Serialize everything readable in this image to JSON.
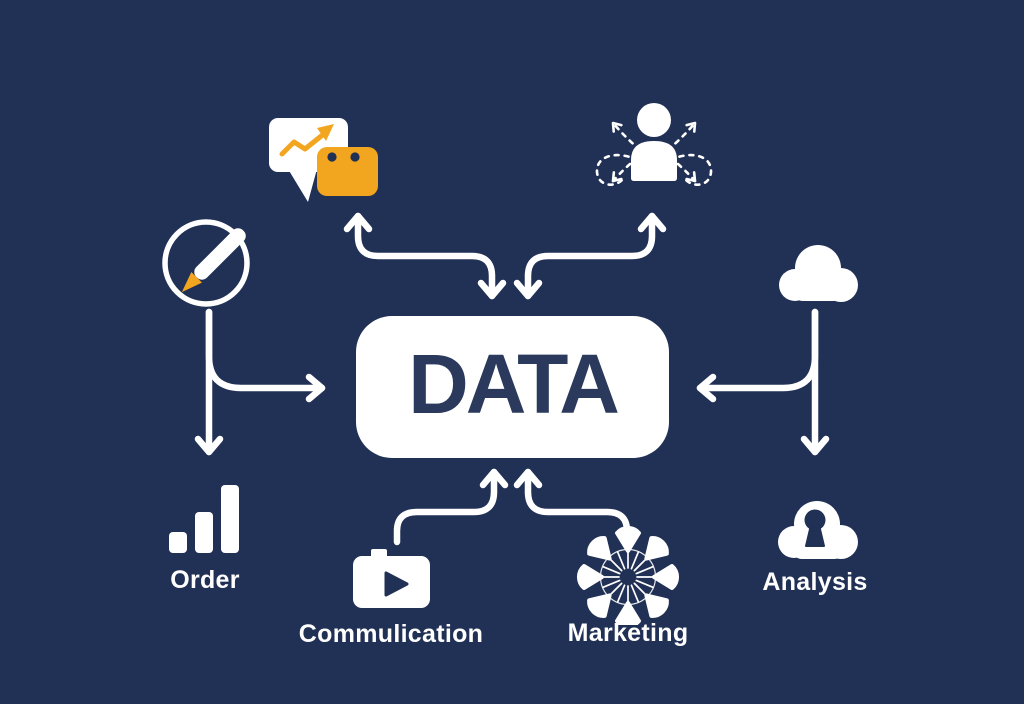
{
  "colors": {
    "bg": "#213055",
    "white": "#FFFFFF",
    "orange": "#F2A51F",
    "navy": "#2B3A5C"
  },
  "center": {
    "label": "DATA"
  },
  "nodes": {
    "chat": {
      "icon": "speech-bubble-trend-icon"
    },
    "audience": {
      "icon": "person-network-icon"
    },
    "pen": {
      "icon": "pen-circle-icon"
    },
    "cloud": {
      "icon": "cloud-icon"
    },
    "order": {
      "icon": "bar-chart-icon",
      "label": "Order"
    },
    "communication": {
      "icon": "video-camera-icon",
      "label": "Commulication"
    },
    "marketing": {
      "icon": "flower-wheel-icon",
      "label": "Marketing"
    },
    "analysis": {
      "icon": "cloud-keyhole-icon",
      "label": "Analysis"
    }
  }
}
